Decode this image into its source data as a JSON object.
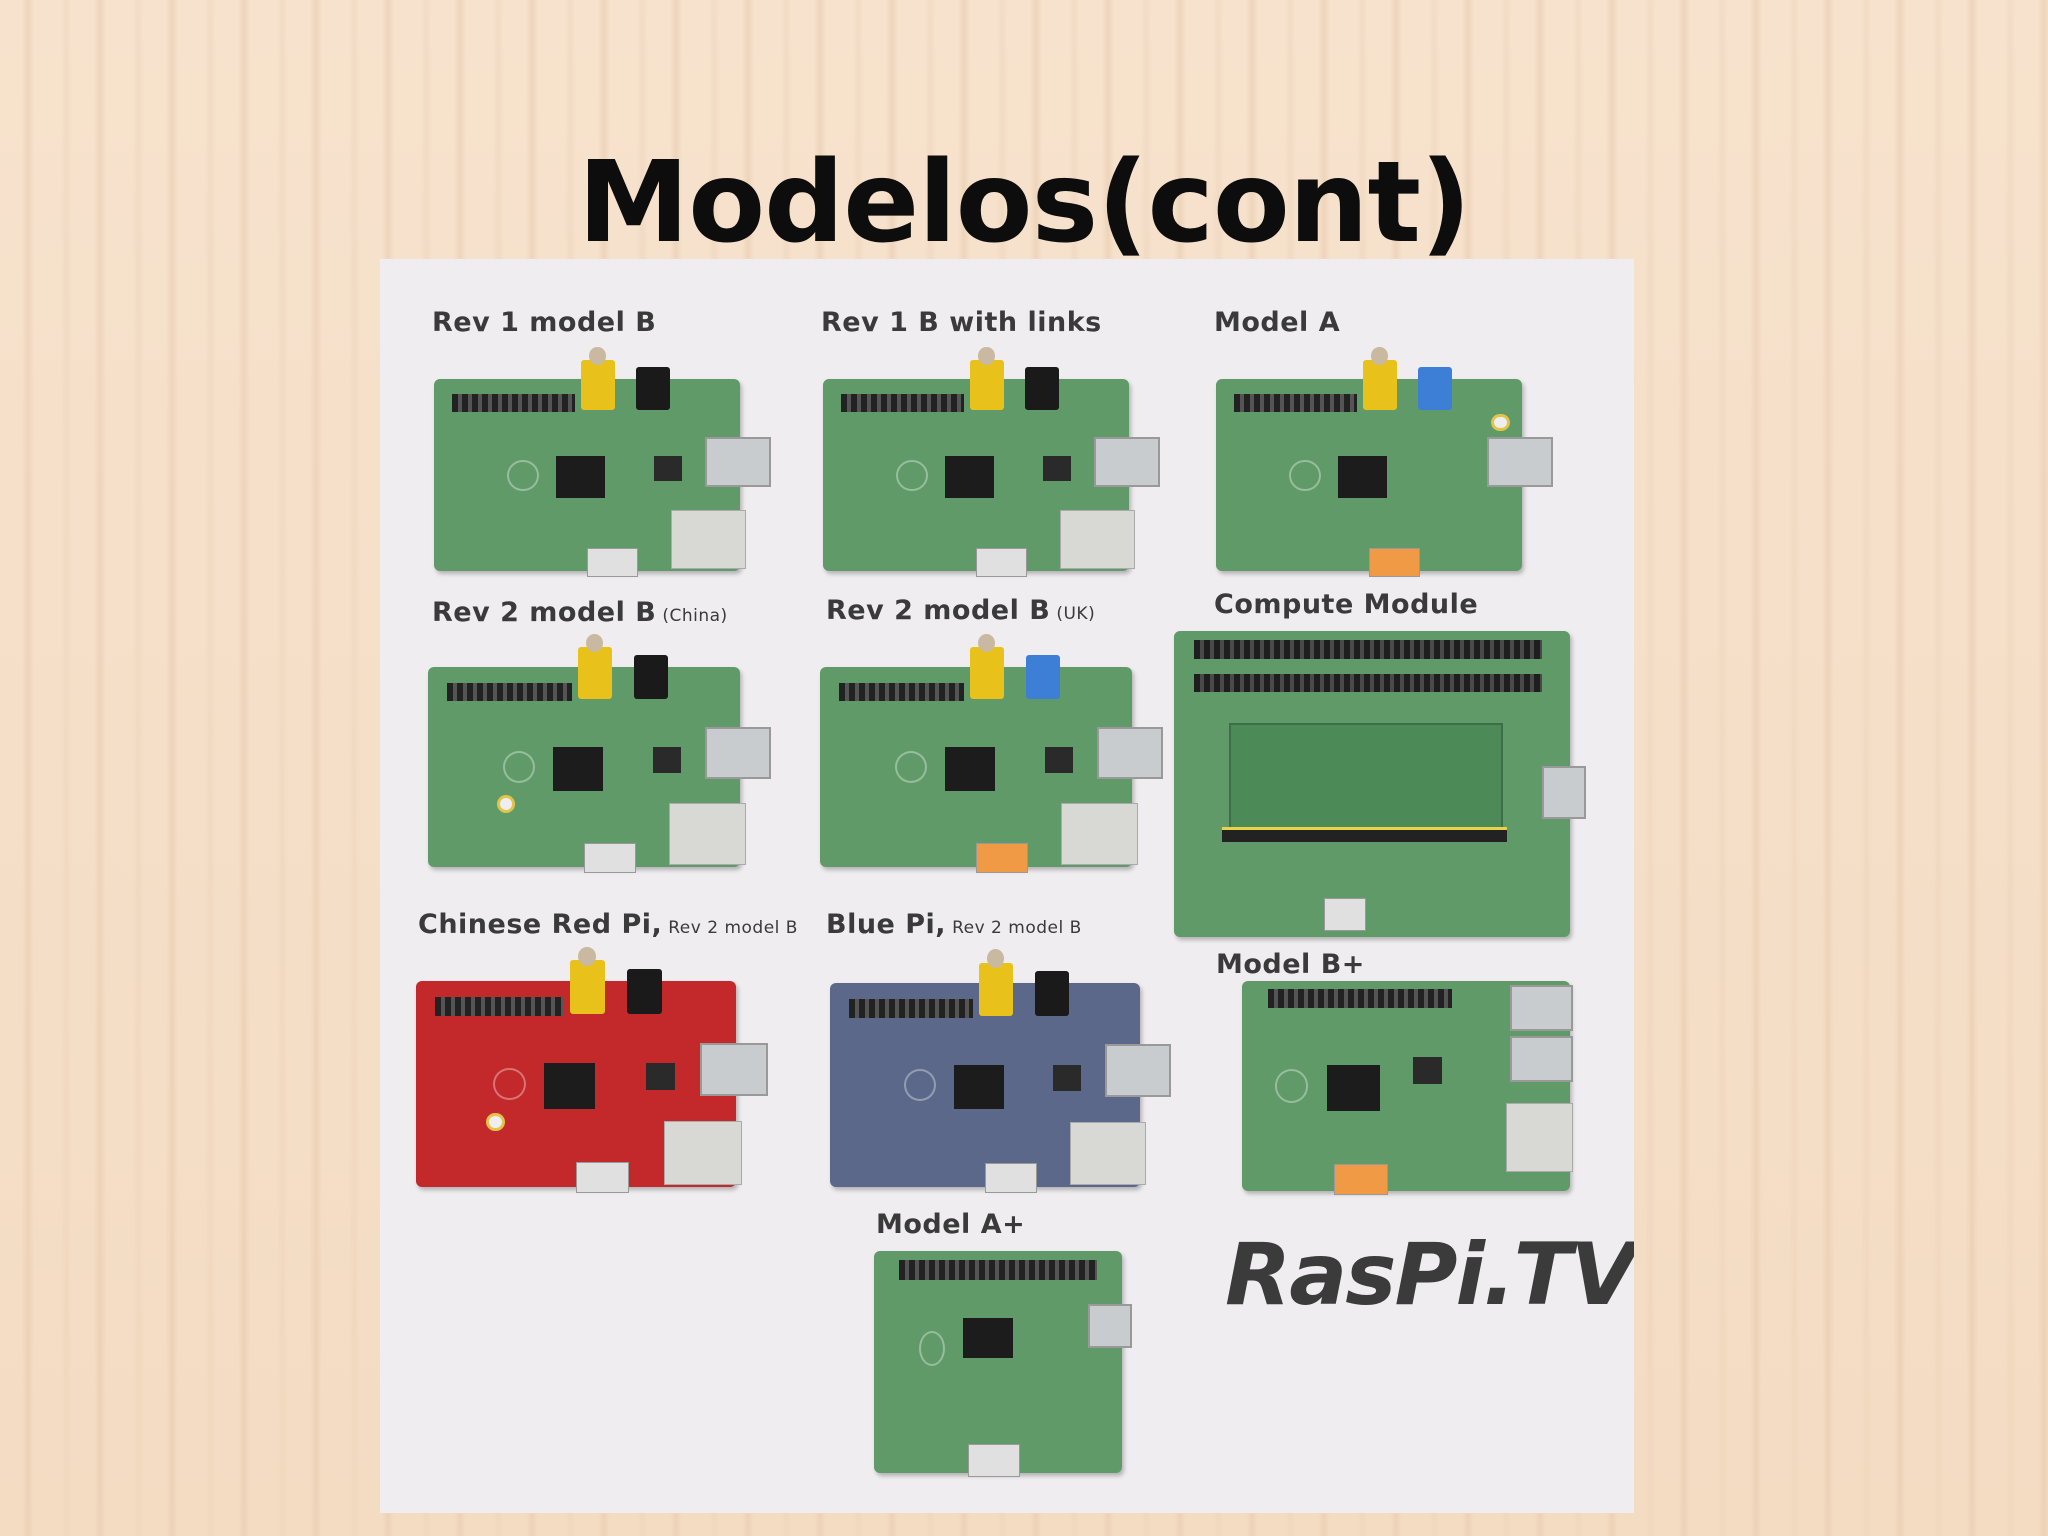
{
  "slide": {
    "title": "Modelos(cont)"
  },
  "photo": {
    "labels": {
      "rev1_model_b": "Rev 1 model B",
      "rev1_b_links": "Rev 1 B with links",
      "model_a": "Model A",
      "rev2_china": "Rev 2 model B",
      "rev2_china_note": "(China)",
      "rev2_uk": "Rev 2 model B",
      "rev2_uk_note": "(UK)",
      "compute_module": "Compute Module",
      "red_pi": "Chinese Red Pi,",
      "red_pi_note": "Rev 2 model B",
      "blue_pi": "Blue Pi,",
      "blue_pi_note": "Rev 2 model B",
      "model_b_plus": "Model B+",
      "model_a_plus": "Model A+"
    },
    "watermark": "RasPi.TV",
    "board_colors": {
      "green": "#5f9a68",
      "red": "#c3282a",
      "blue": "#5b6889"
    }
  }
}
